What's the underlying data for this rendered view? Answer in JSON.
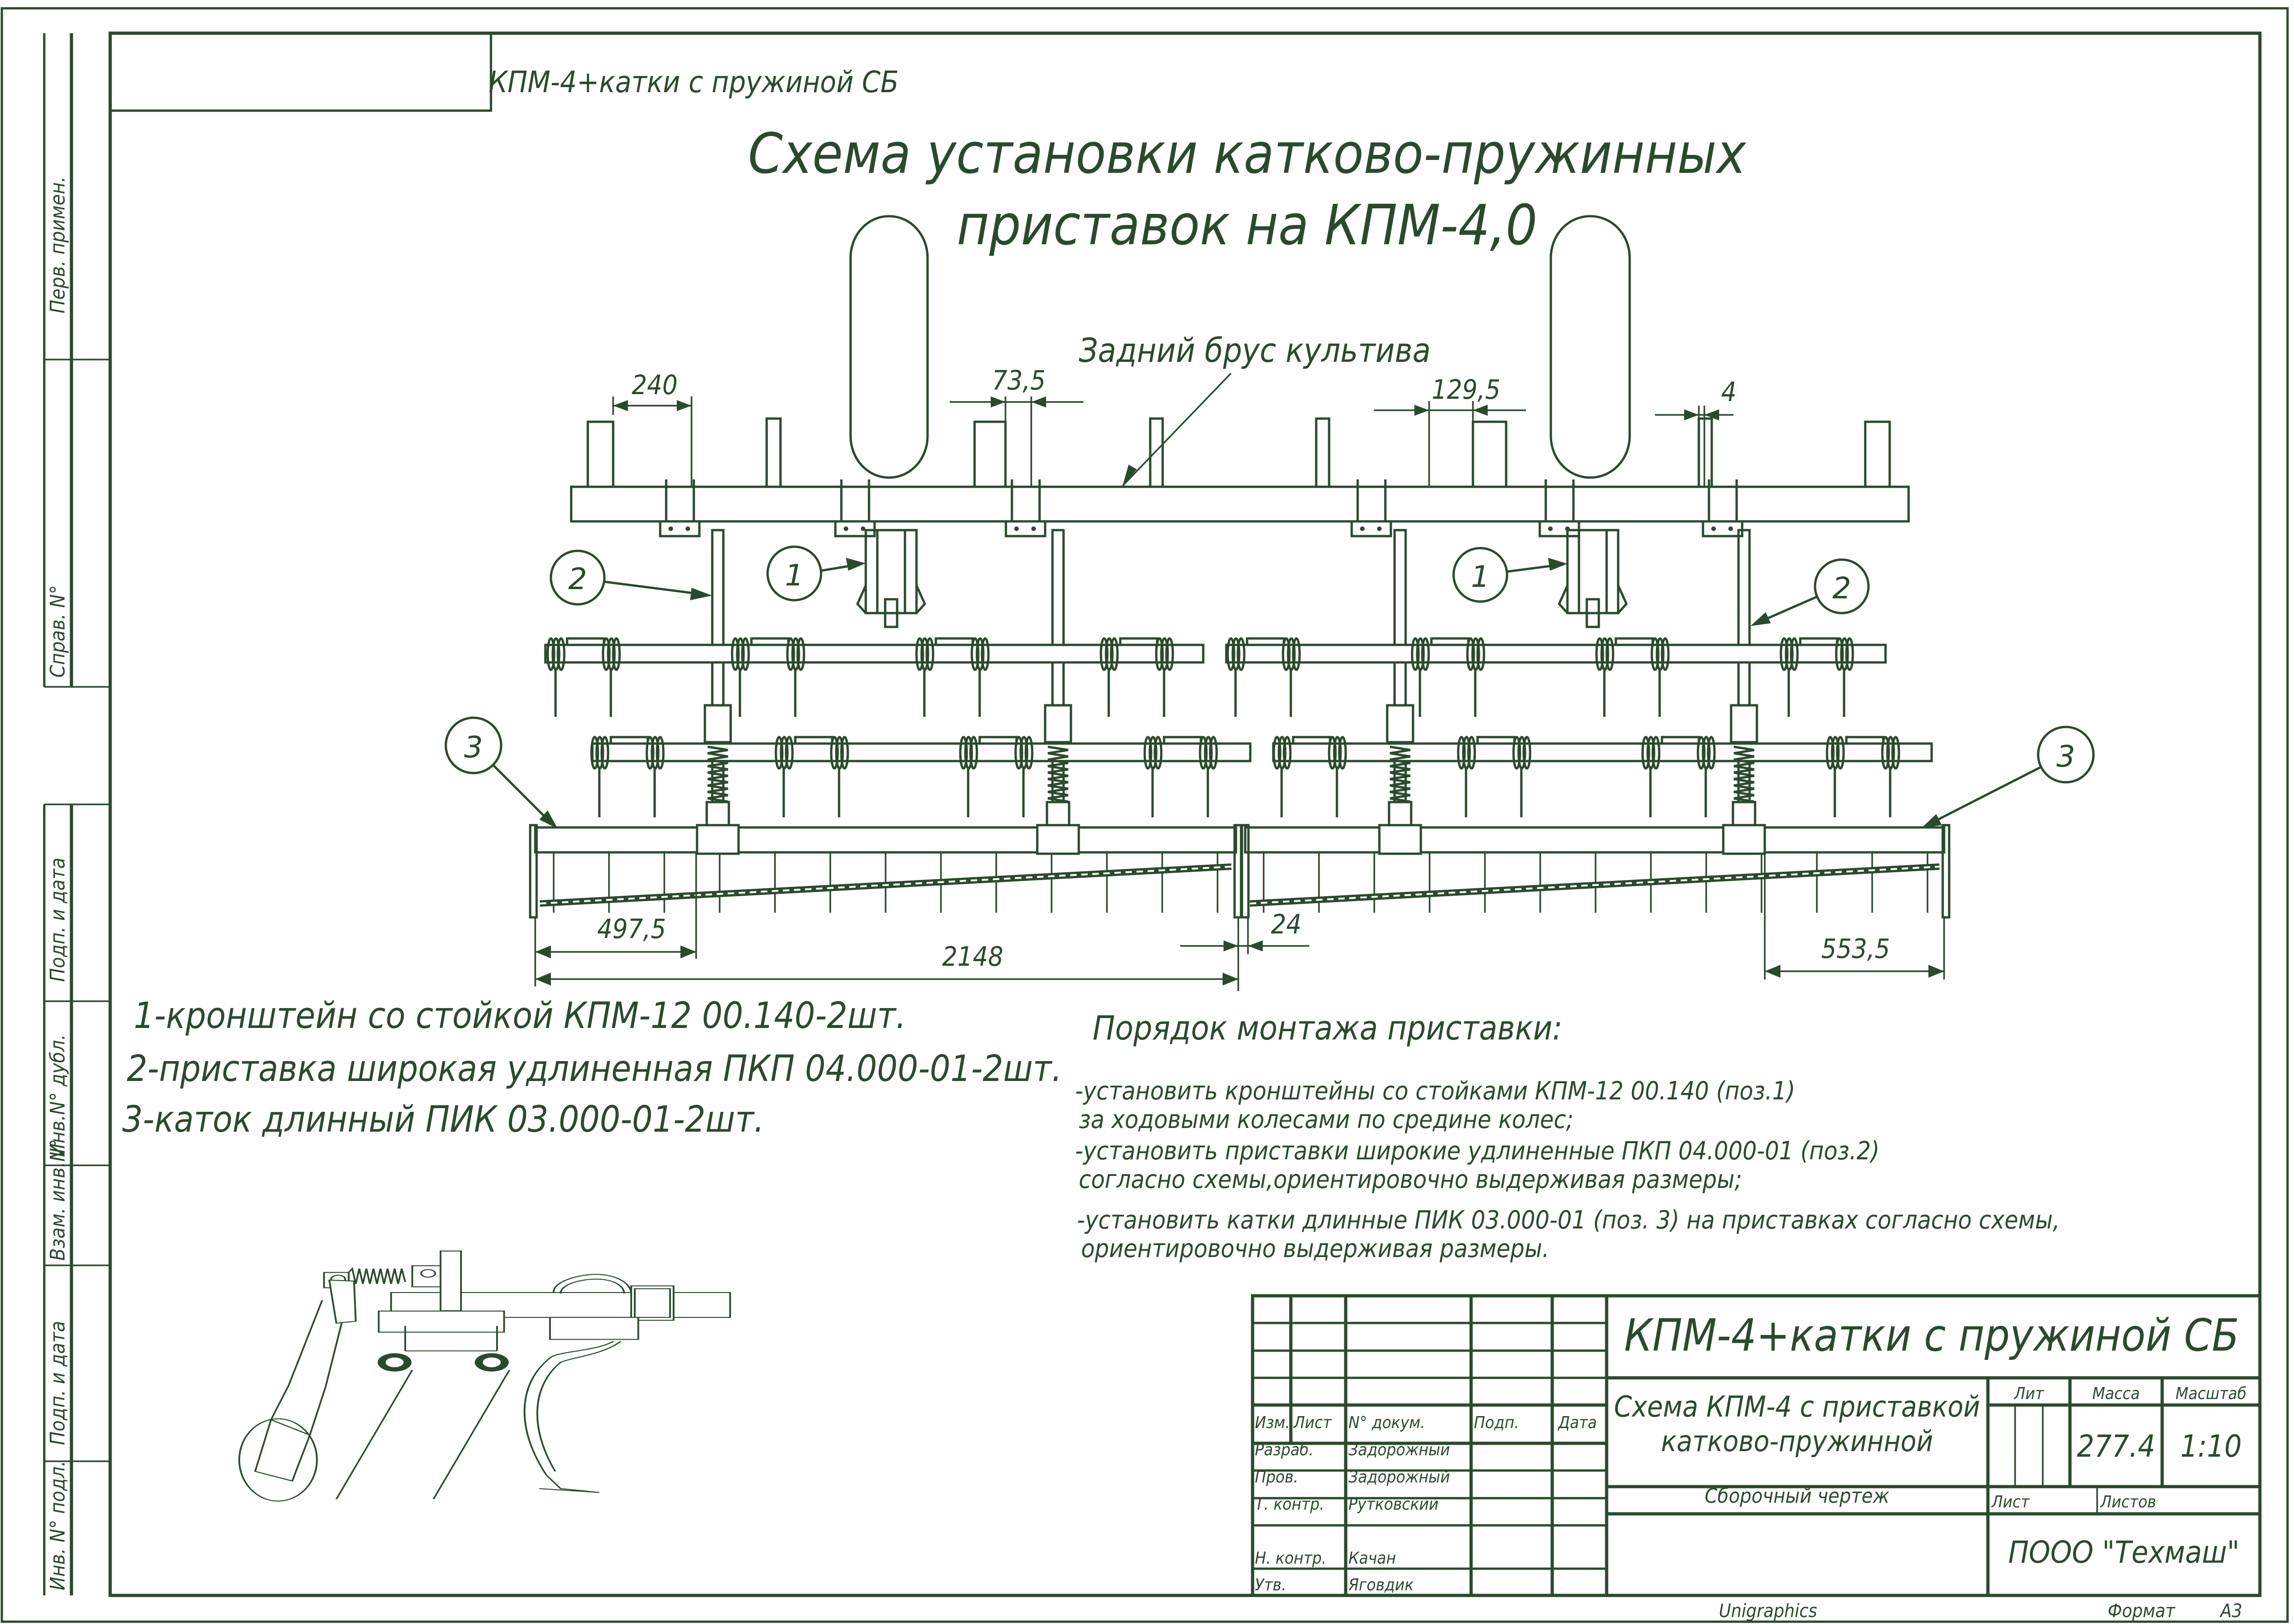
{
  "document": {
    "stamp_mirrored": "КПМ-4+катки с пружиной СБ",
    "title_line1": "Схема установки катково-пружинных",
    "title_line2": "приставок на КПМ-4,0",
    "beam_label": "Задний брус культива",
    "dimensions": {
      "top": [
        "240",
        "73,5",
        "129,5",
        "4"
      ],
      "bottom": [
        "497,5",
        "2148",
        "24",
        "553,5"
      ]
    },
    "callouts": [
      "2",
      "1",
      "1",
      "2",
      "3",
      "3"
    ],
    "parts_list": [
      "1-кронштейн со стойкой КПМ-12 00.140-2шт.",
      "2-приставка широкая удлиненная ПКП 04.000-01-2шт.",
      "3-каток длинный ПИК 03.000-01-2шт."
    ],
    "assembly": {
      "heading": "Порядок монтажа приставки:",
      "steps": [
        [
          "-установить кронштейны со стойками КПМ-12 00.140 (поз.1)",
          " за ходовыми колесами по средине колес;"
        ],
        [
          "-установить приставки широкие удлиненные ПКП 04.000-01 (поз.2)",
          " согласно схемы,ориентировочно выдерживая размеры;"
        ],
        [
          "-установить катки длинные ПИК 03.000-01 (поз. 3) на приставках согласно схемы,",
          " ориентировочно выдерживая размеры."
        ]
      ]
    }
  },
  "side_strip": [
    "Перв. примен.",
    "Справ. N°",
    "Подп. и дата",
    "Инв.N° дубл.",
    "Взам. инв.N°",
    "Подп. и дата",
    "Инв. N° подл."
  ],
  "title_block": {
    "designation": "КПМ-4+катки с пружиной СБ",
    "name_line1": "Схема КПМ-4 с приставкой",
    "name_line2": "катково-пружинной",
    "doc_type": "Сборочный чертеж",
    "headers": {
      "izm": "Изм.",
      "list": "Лист",
      "doc": "N° докум.",
      "sign": "Подп.",
      "date": "Дата"
    },
    "roles": [
      {
        "role": "Разраб.",
        "name": "Задорожный"
      },
      {
        "role": "Пров.",
        "name": "Задорожный"
      },
      {
        "role": "Т. контр.",
        "name": "Рутковский"
      },
      {
        "role": "",
        "name": ""
      },
      {
        "role": "Н. контр.",
        "name": "Качан"
      },
      {
        "role": "Утв.",
        "name": "Яговдик"
      }
    ],
    "lit_label": "Лит",
    "mass_label": "Масса",
    "scale_label": "Масштаб",
    "mass_value": "277.4",
    "scale_value": "1:10",
    "sheet_label": "Лист",
    "sheets_label": "Листов",
    "organization": "ПООО \"Техмаш\"",
    "software": "Unigraphics",
    "format_label": "Формат",
    "format_value": "А3"
  },
  "colors": {
    "ink": "#2b4a2d",
    "paper": "#ffffff"
  }
}
